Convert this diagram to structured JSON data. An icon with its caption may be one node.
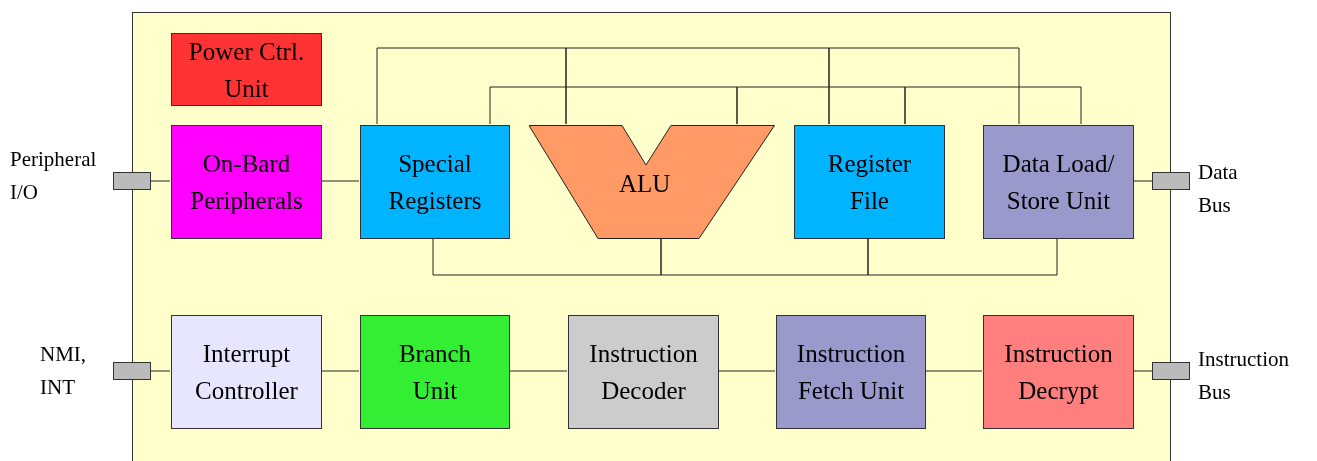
{
  "diagram": {
    "nodes": [
      {
        "text": [],
        "shape": "box"
      },
      {
        "text": [
          "Power Ctrl. Unit"
        ],
        "in": 0
      },
      {
        "text": [
          "On-Bard Peripherals"
        ],
        "in": 0
      },
      {
        "text": [
          "Special Registers"
        ],
        "in": 0
      },
      {
        "text": [
          "ALU"
        ],
        "in": 0
      },
      {
        "text": [
          "Register File"
        ],
        "in": 0
      },
      {
        "text": [
          "Data Load/ Store Unit"
        ],
        "in": 0
      },
      {
        "text": [
          "Interrupt Controller"
        ],
        "in": 0
      },
      {
        "text": [
          "Branch Unit"
        ],
        "in": 0
      },
      {
        "text": [
          "Instruction Decoder"
        ],
        "in": 0
      },
      {
        "text": [
          "Instruction Fetch Unit"
        ],
        "in": 0
      },
      {
        "text": [
          "Instruction Decrypt"
        ],
        "in": 0
      },
      {
        "text": [],
        "shape": "box",
        "beside": [
          "Peripheral I/O"
        ]
      },
      {
        "text": [],
        "shape": "box",
        "beside": [
          "NMI, INT"
        ]
      },
      {
        "text": [],
        "shape": "box",
        "beside": [
          "Data Bus"
        ]
      },
      {
        "text": [],
        "shape": "box",
        "beside": [
          "Instruction Bus"
        ]
      }
    ],
    "edges": [
      {
        "from": 12,
        "to": 2,
        "arrow": "none"
      },
      {
        "from": 2,
        "to": 3,
        "arrow": "none"
      },
      {
        "from": 3,
        "to": 4,
        "arrow": "none"
      },
      {
        "from": 4,
        "to": 5,
        "arrow": "none"
      },
      {
        "from": 5,
        "to": 6,
        "arrow": "none"
      },
      {
        "from": 3,
        "to": 4,
        "arrow": "none"
      },
      {
        "from": 4,
        "to": 5,
        "arrow": "none"
      },
      {
        "from": 5,
        "to": 6,
        "arrow": "none"
      },
      {
        "from": 3,
        "to": 4,
        "arrow": "none"
      },
      {
        "from": 4,
        "to": 5,
        "arrow": "none"
      },
      {
        "from": 5,
        "to": 6,
        "arrow": "none"
      },
      {
        "from": 6,
        "to": 14,
        "arrow": "none"
      },
      {
        "from": 13,
        "to": 7,
        "arrow": "none"
      },
      {
        "from": 7,
        "to": 8,
        "arrow": "none"
      },
      {
        "from": 8,
        "to": 9,
        "arrow": "none"
      },
      {
        "from": 9,
        "to": 10,
        "arrow": "none"
      },
      {
        "from": 10,
        "to": 11,
        "arrow": "none"
      },
      {
        "from": 11,
        "to": 15,
        "arrow": "none"
      }
    ]
  }
}
